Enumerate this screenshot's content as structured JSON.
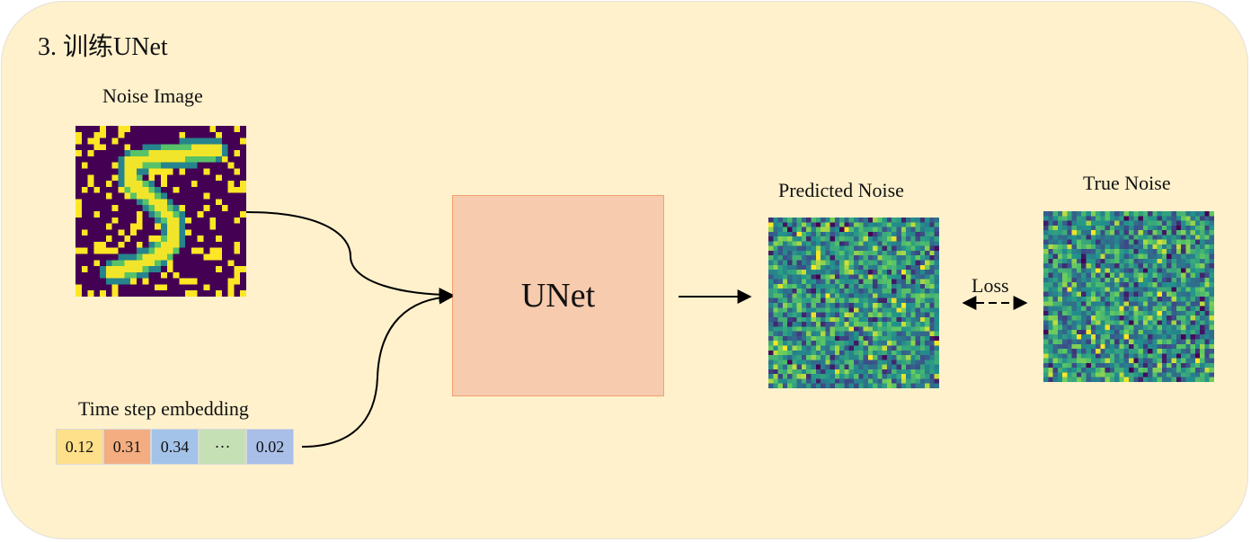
{
  "title": "3. 训练UNet",
  "noise_image": {
    "label": "Noise Image"
  },
  "unet": {
    "label": "UNet"
  },
  "predicted_noise": {
    "label": "Predicted Noise"
  },
  "true_noise": {
    "label": "True Noise"
  },
  "loss": {
    "label": "Loss"
  },
  "time_step_embedding": {
    "label": "Time step embedding",
    "cells": [
      {
        "text": "0.12",
        "color": "#ffe08a"
      },
      {
        "text": "0.31",
        "color": "#f4ad80"
      },
      {
        "text": "0.34",
        "color": "#a3c3e8"
      },
      {
        "text": "···",
        "color": "#c6e0b6"
      },
      {
        "text": "0.02",
        "color": "#a9bfe8"
      }
    ]
  },
  "colors": {
    "panel_bg": "#fff1cc",
    "unet_fill": "#f7cbae",
    "unet_border": "#f2a070",
    "viridis_dark": "#440154",
    "viridis_yellow": "#fde725"
  }
}
